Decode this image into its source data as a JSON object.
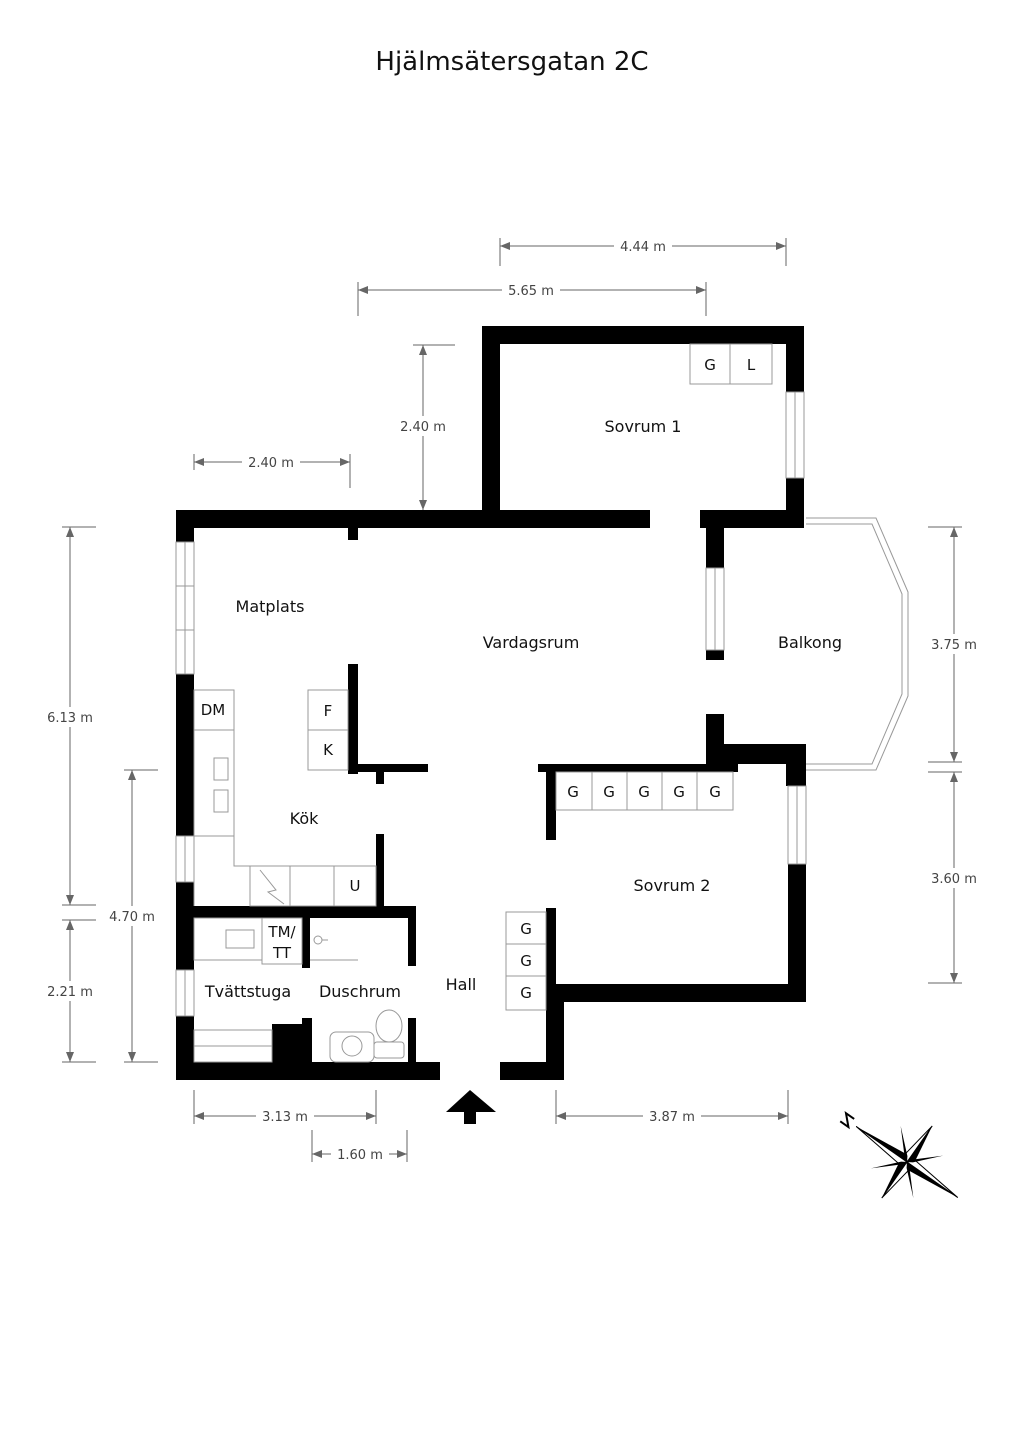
{
  "title": "Hjälmsätersgatan 2C",
  "rooms": {
    "sovrum1": "Sovrum 1",
    "matplats": "Matplats",
    "vardagsrum": "Vardagsrum",
    "balkong": "Balkong",
    "kok": "Kök",
    "sovrum2": "Sovrum 2",
    "tvattstuga": "Tvättstuga",
    "duschrum": "Duschrum",
    "hall": "Hall"
  },
  "fixtures": {
    "g": "G",
    "l": "L",
    "dm": "DM",
    "f": "F",
    "k": "K",
    "u": "U",
    "tm": "TM/",
    "tt": "TT"
  },
  "dimensions": {
    "top_444": "4.44 m",
    "top_565": "5.65 m",
    "v_240": "2.40 m",
    "h_240": "2.40 m",
    "left_613": "6.13 m",
    "left_470": "4.70 m",
    "left_221": "2.21 m",
    "right_375": "3.75 m",
    "right_360": "3.60 m",
    "bottom_313": "3.13 m",
    "bottom_160": "1.60 m",
    "bottom_387": "3.87 m"
  }
}
